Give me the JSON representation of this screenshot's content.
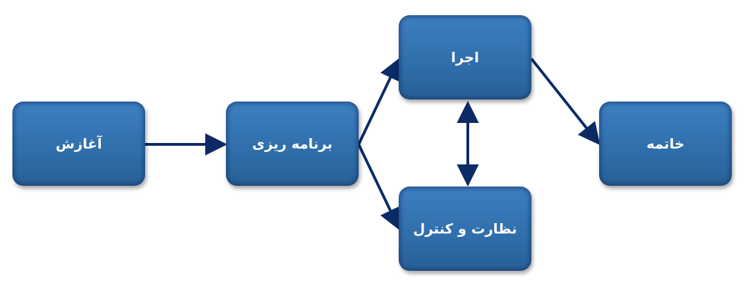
{
  "nodes": {
    "start": "آغازش",
    "planning": "برنامه ریزی",
    "execution": "اجرا",
    "monitoring": "نظارت و کنترل",
    "closing": "خاتمه"
  },
  "colors": {
    "box": "#2f6eaa",
    "arrow": "#0b2a66"
  }
}
